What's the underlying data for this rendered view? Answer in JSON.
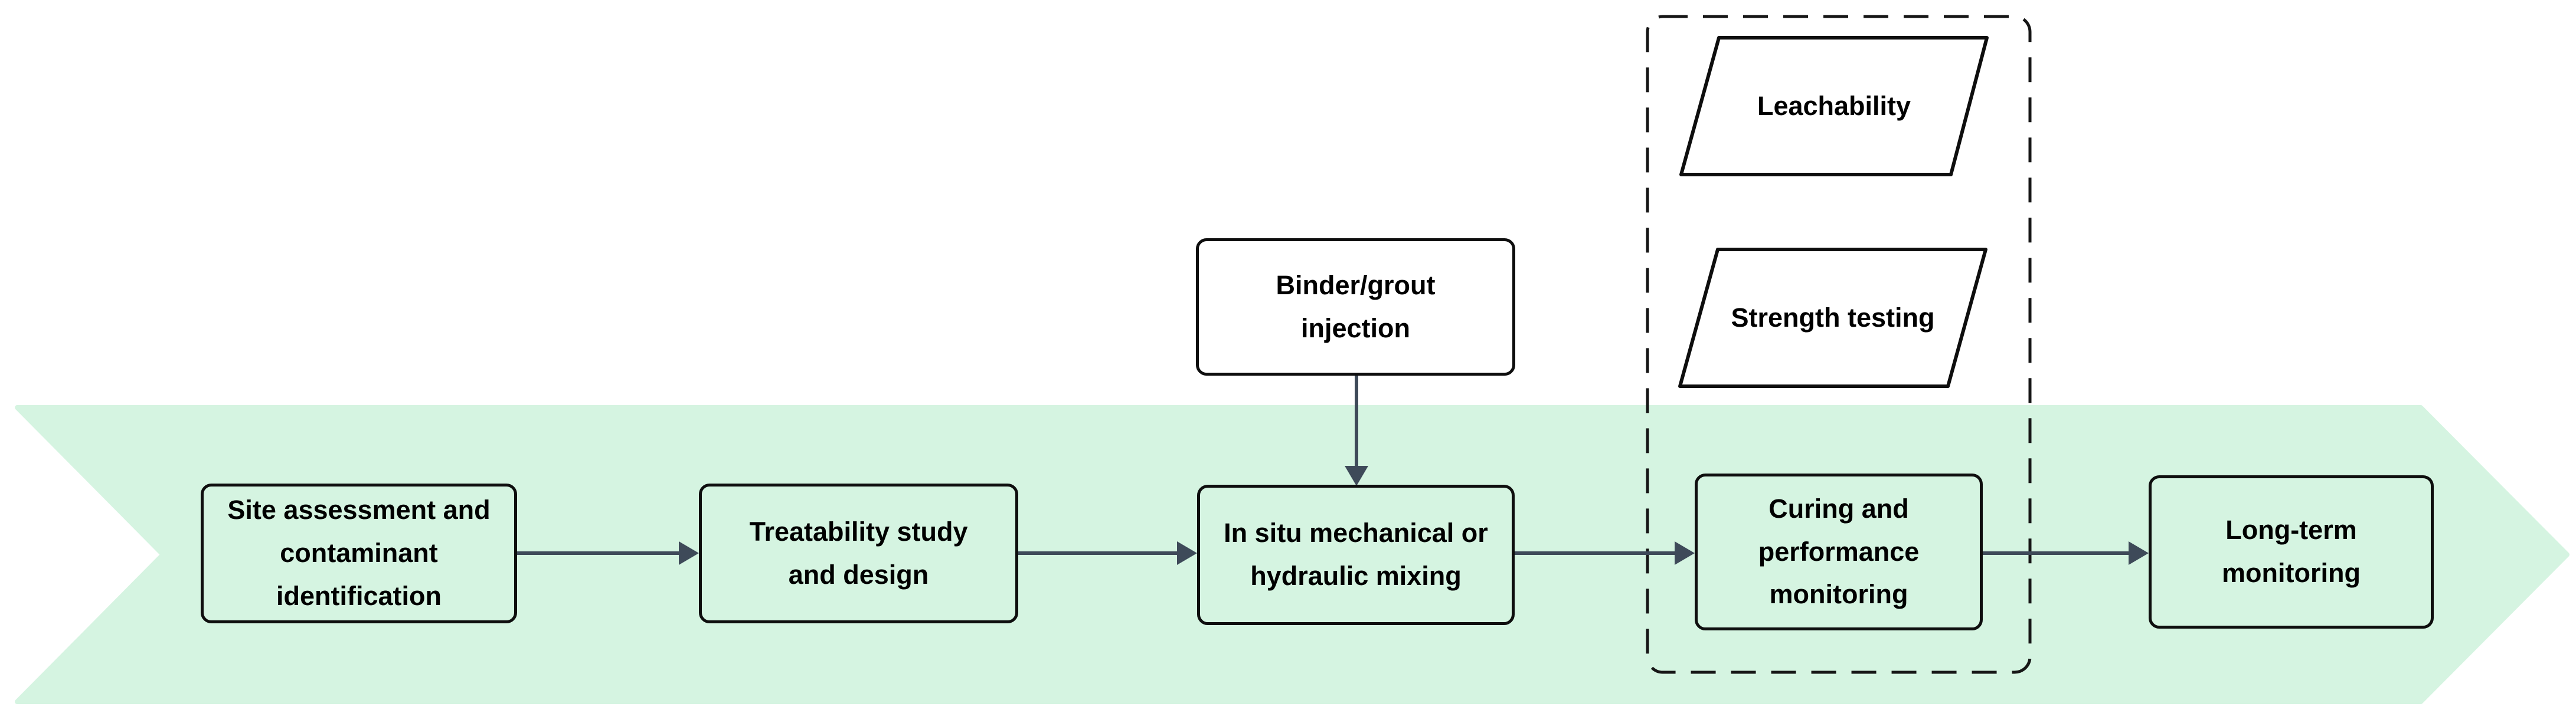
{
  "diagram": {
    "description": "Stabilization/solidification remediation process flow",
    "process_steps": [
      {
        "id": "site-assessment",
        "label": "Site assessment and\ncontaminant\nidentification"
      },
      {
        "id": "treatability",
        "label": "Treatability study\nand design"
      },
      {
        "id": "in-situ-mixing",
        "label": "In situ mechanical or\nhydraulic mixing"
      },
      {
        "id": "curing-monitoring",
        "label": "Curing and\nperformance\nmonitoring"
      },
      {
        "id": "long-term-monitoring",
        "label": "Long-term\nmonitoring"
      }
    ],
    "input_step": {
      "id": "binder-grout-injection",
      "label": "Binder/grout\ninjection"
    },
    "qa_tests": [
      {
        "id": "leachability",
        "label": "Leachability"
      },
      {
        "id": "strength-testing",
        "label": "Strength testing"
      }
    ],
    "colors": {
      "band_fill": "#d5f4e1",
      "node_fill_green": "#d5f4e1",
      "node_fill_white": "#ffffff",
      "node_border": "#0e0e0e",
      "arrow": "#3e4a59",
      "dashed_border": "#161616",
      "text": "#000000"
    }
  }
}
